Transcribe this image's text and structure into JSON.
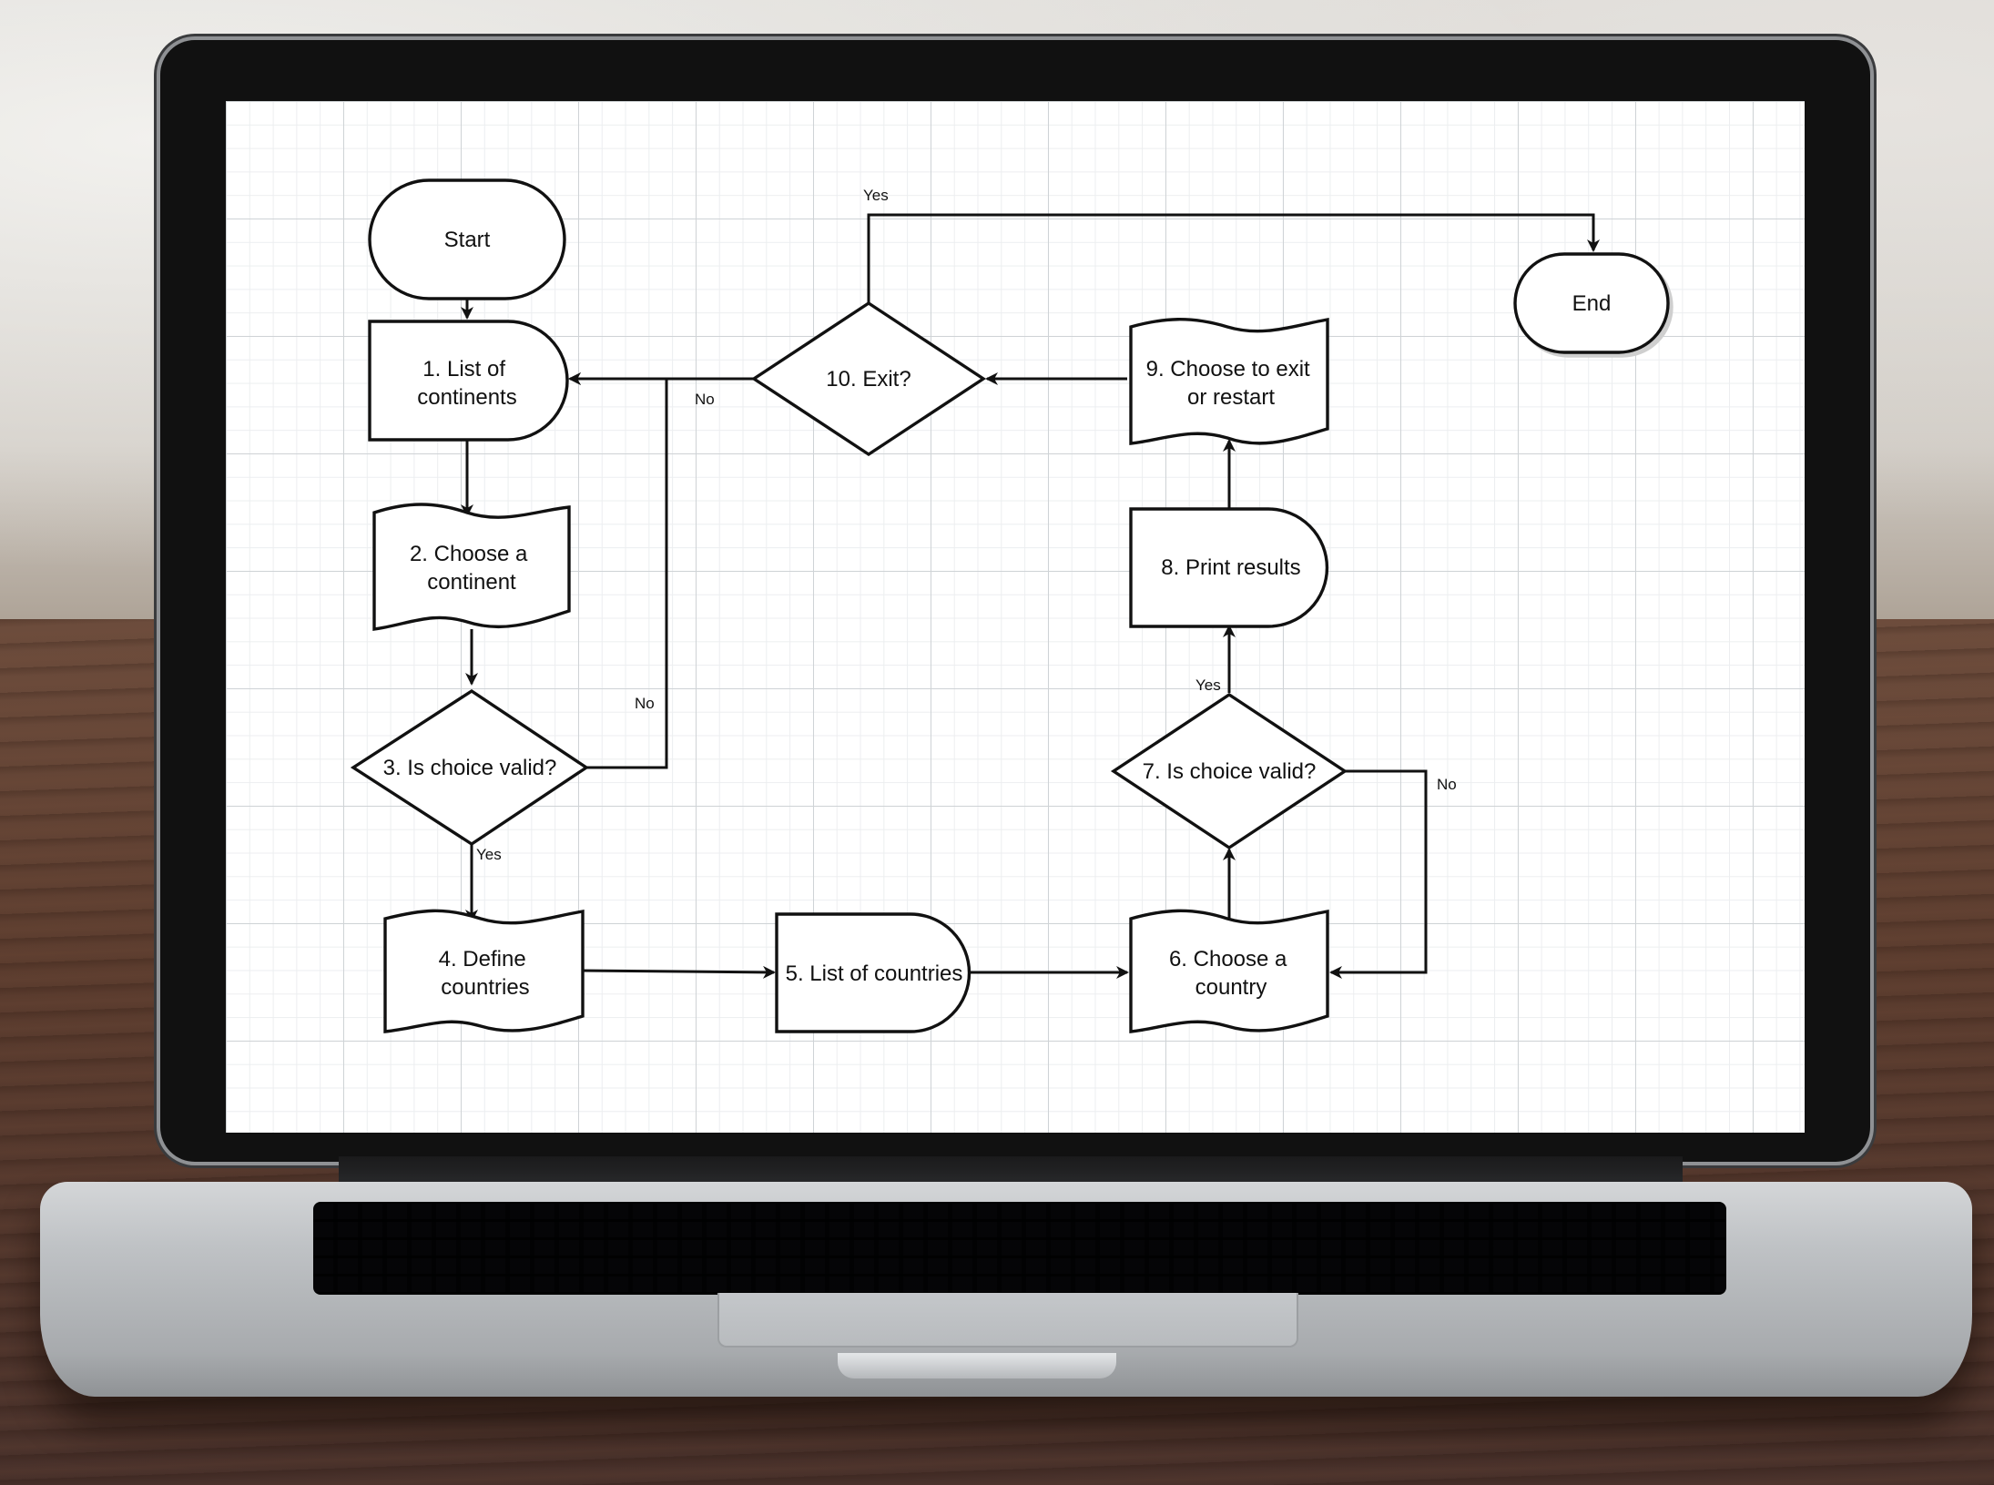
{
  "diagram": {
    "nodes": {
      "start": "Start",
      "end": "End",
      "n1": [
        "1. List of",
        "continents"
      ],
      "n2": [
        "2. Choose a",
        "continent"
      ],
      "n3": "3. Is choice valid?",
      "n4": [
        "4. Define",
        "countries"
      ],
      "n5": "5. List of countries",
      "n6": [
        "6. Choose a",
        "country"
      ],
      "n7": "7. Is choice valid?",
      "n8": "8. Print results",
      "n9": [
        "9. Choose to exit",
        "or restart"
      ],
      "n10": "10. Exit?"
    },
    "edge_labels": {
      "exit_yes": "Yes",
      "exit_no": "No",
      "valid3_no": "No",
      "valid3_yes": "Yes",
      "valid7_yes": "Yes",
      "valid7_no": "No"
    },
    "edges": [
      {
        "from": "start",
        "to": "n1"
      },
      {
        "from": "n1",
        "to": "n2"
      },
      {
        "from": "n2",
        "to": "n3"
      },
      {
        "from": "n3",
        "to": "n4",
        "label": "Yes"
      },
      {
        "from": "n3",
        "to": "n1",
        "label": "No"
      },
      {
        "from": "n4",
        "to": "n5"
      },
      {
        "from": "n5",
        "to": "n6"
      },
      {
        "from": "n6",
        "to": "n7"
      },
      {
        "from": "n7",
        "to": "n8",
        "label": "Yes"
      },
      {
        "from": "n7",
        "to": "n6",
        "label": "No"
      },
      {
        "from": "n8",
        "to": "n9"
      },
      {
        "from": "n9",
        "to": "n10"
      },
      {
        "from": "n10",
        "to": "n1",
        "label": "No"
      },
      {
        "from": "n10",
        "to": "end",
        "label": "Yes"
      }
    ]
  }
}
